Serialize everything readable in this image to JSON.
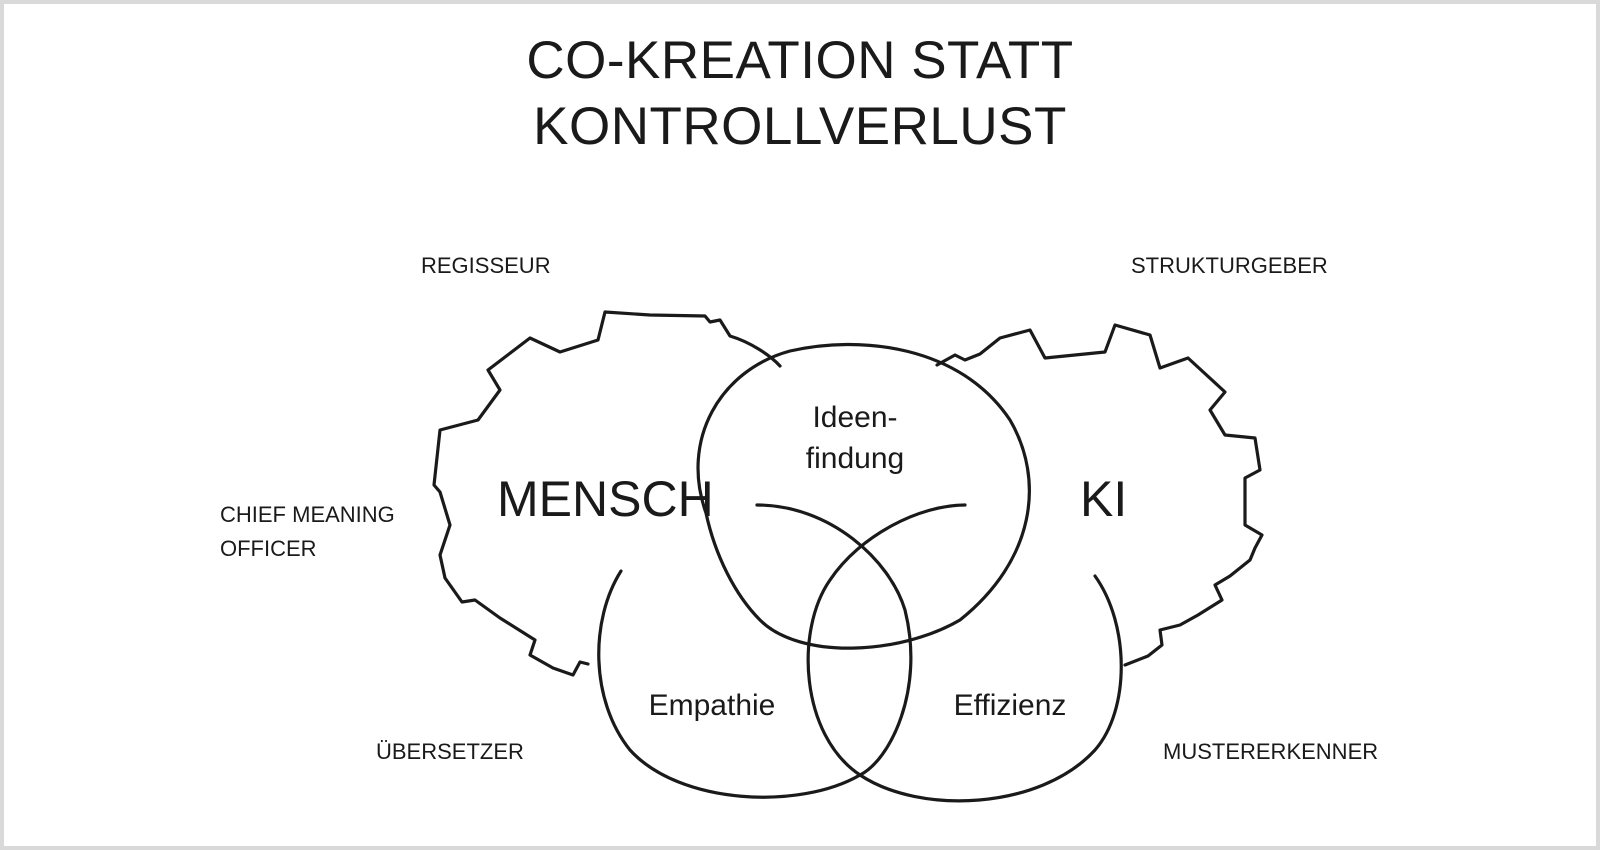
{
  "title": {
    "line1": "CO-KREATION STATT",
    "line2": "KONTROLLVERLUST"
  },
  "gears": {
    "left_label": "MENSCH",
    "right_label": "KI"
  },
  "overlaps": {
    "top_line1": "Ideen-",
    "top_line2": "findung",
    "left": "Empathie",
    "right": "Effizienz"
  },
  "roles": {
    "regisseur": "REGISSEUR",
    "chief_line1": "CHIEF MEANING",
    "chief_line2": "OFFICER",
    "uebersetzer": "ÜBERSETZER",
    "strukturgeber": "STRUKTURGEBER",
    "mustererkenner": "MUSTERERKENNER"
  },
  "colors": {
    "line": "#1a1a1a",
    "border": "#d9d9d9",
    "background": "#ffffff"
  }
}
